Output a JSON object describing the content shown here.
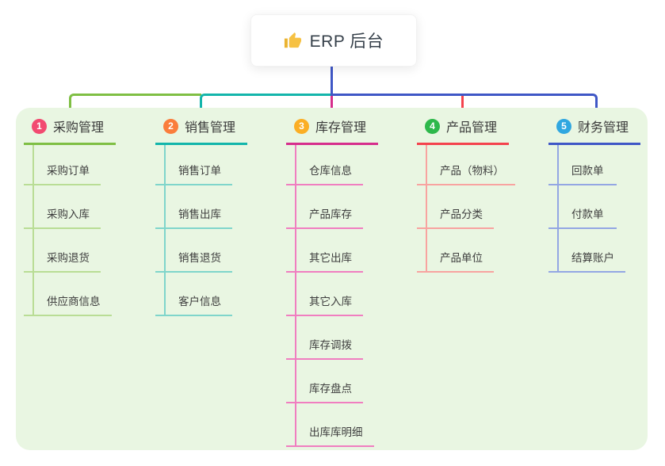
{
  "root": {
    "title": "ERP 后台",
    "icon": "thumbs-up"
  },
  "branches": [
    {
      "num": "1",
      "title": "采购管理",
      "badge_color": "#f24a70",
      "line_color": "#7fbf44",
      "light_color": "#b9dd95",
      "items": [
        "采购订单",
        "采购入库",
        "采购退货",
        "供应商信息"
      ]
    },
    {
      "num": "2",
      "title": "销售管理",
      "badge_color": "#fa7d3c",
      "line_color": "#13b5ab",
      "light_color": "#7fd5cb",
      "items": [
        "销售订单",
        "销售出库",
        "销售退货",
        "客户信息"
      ]
    },
    {
      "num": "3",
      "title": "库存管理",
      "badge_color": "#fbae24",
      "line_color": "#d62e8c",
      "light_color": "#f07ec0",
      "items": [
        "仓库信息",
        "产品库存",
        "其它出库",
        "其它入库",
        "库存调拨",
        "库存盘点",
        "出库库明细"
      ]
    },
    {
      "num": "4",
      "title": "产品管理",
      "badge_color": "#2eb84b",
      "line_color": "#f4434d",
      "light_color": "#f8a3a0",
      "items": [
        "产品（物料）",
        "产品分类",
        "产品单位"
      ]
    },
    {
      "num": "5",
      "title": "财务管理",
      "badge_color": "#30a7e0",
      "line_color": "#3f57c6",
      "light_color": "#93a6e3",
      "items": [
        "回款单",
        "付款单",
        "结算账户"
      ]
    }
  ],
  "colors": {
    "page_bg": "#ffffff",
    "board_bg": "#e9f6e2",
    "root_text": "#36404a",
    "text_color": "#3e3e3e",
    "thumb_icon": "#f6c143"
  }
}
